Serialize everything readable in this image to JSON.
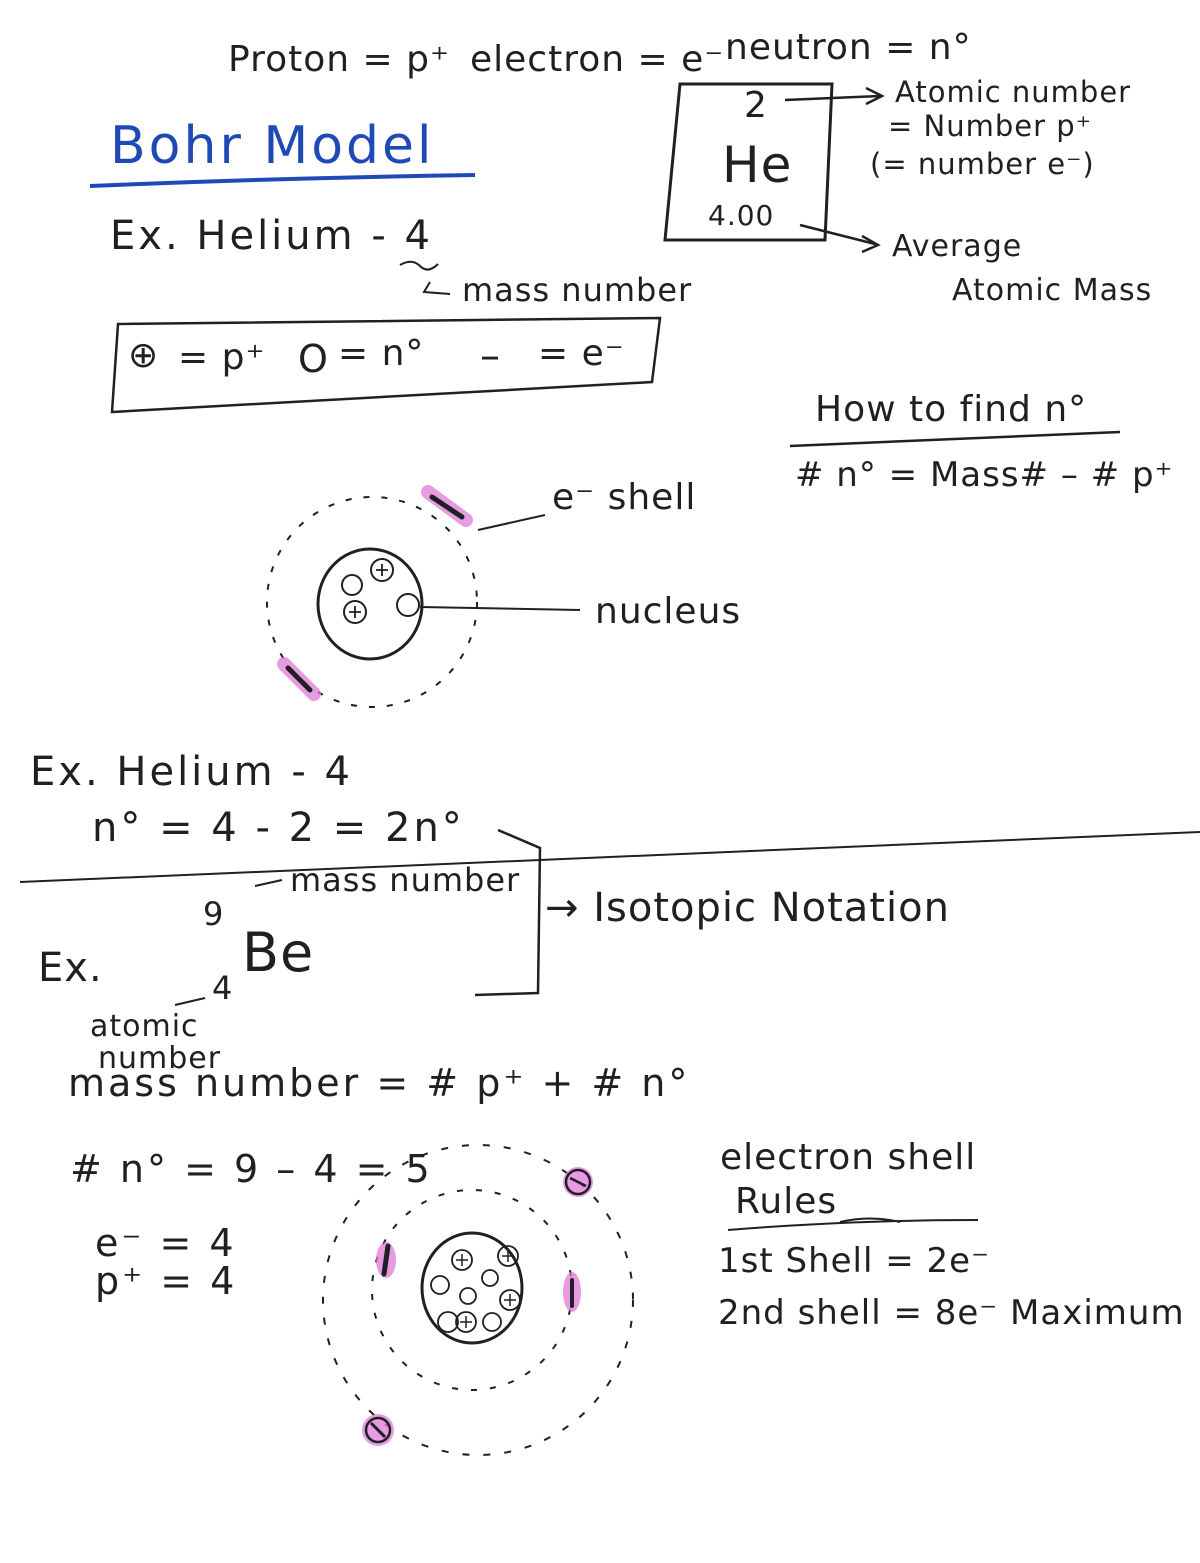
{
  "header": {
    "proton_def": "Proton = p⁺",
    "electron_def": "electron = e⁻",
    "neutron_def": "neutron = n°"
  },
  "title": "Bohr Model",
  "element_box": {
    "atomic_number": "2",
    "symbol": "He",
    "mass": "4.00"
  },
  "annotations": {
    "atomic_number_line1": "Atomic number",
    "atomic_number_line2": "= Number p⁺",
    "atomic_number_line3": "(= number e⁻)",
    "avg_mass_line1": "Average",
    "avg_mass_line2": "Atomic Mass"
  },
  "example1": {
    "label": "Ex. Helium - 4",
    "mass_number_note": "mass number"
  },
  "legend": {
    "proton_symbol": "⊕",
    "proton_text": "= p⁺",
    "neutron_symbol": "O",
    "neutron_text": "= n°",
    "electron_symbol": "–",
    "electron_text": "= e⁻"
  },
  "find_neutrons": {
    "heading": "How to find n°",
    "formula": "# n° = Mass# – # p⁺"
  },
  "diagram1": {
    "shell_label": "e⁻ shell",
    "nucleus_label": "nucleus"
  },
  "example2": {
    "label": "Ex. Helium - 4",
    "calc": "n° = 4 - 2 = 2n°"
  },
  "isotope": {
    "mass_note": "mass number",
    "ex_label": "Ex.",
    "mass_number": "9",
    "atomic_number": "4",
    "symbol": "Be",
    "atomic_note_line1": "atomic",
    "atomic_note_line2": "number",
    "notation_label": "→ Isotopic Notation"
  },
  "calc_be": {
    "line1": "mass number = # p⁺ + # n°",
    "line2": "# n° = 9 – 4 = 5",
    "line3": "e⁻ = 4",
    "line4": "p⁺ = 4"
  },
  "shell_rules": {
    "heading_line1": "electron shell",
    "heading_line2": "Rules",
    "rule1": "1st Shell = 2e⁻",
    "rule2": "2nd shell = 8e⁻ Maximum"
  },
  "colors": {
    "ink": "#1f1f24",
    "title_blue": "#1f49b5",
    "highlight_pink": "#e07ad8"
  }
}
